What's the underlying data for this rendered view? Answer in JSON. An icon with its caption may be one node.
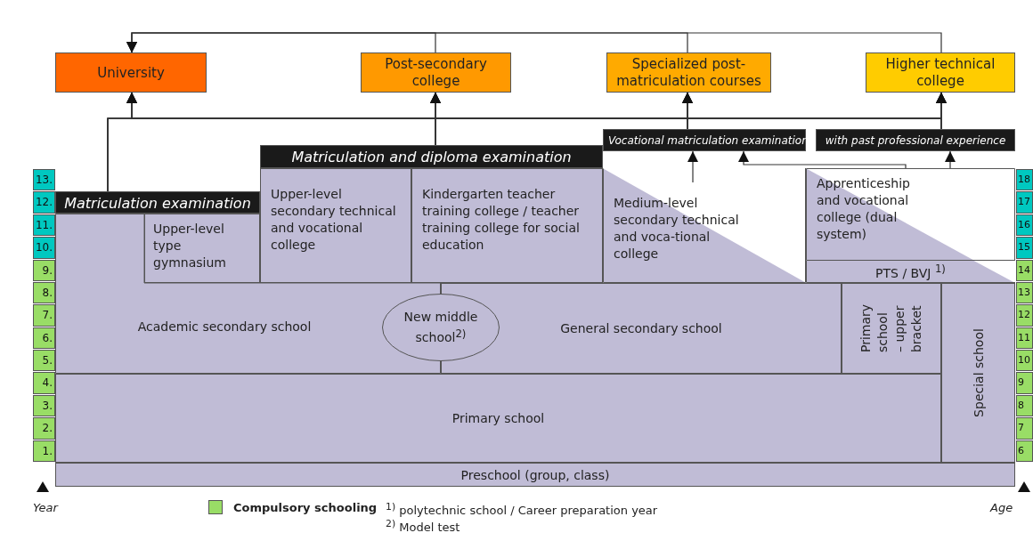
{
  "diagram": {
    "nodes": [
      {
        "text": [
          "University"
        ]
      },
      {
        "text": [
          "Post-secondary college"
        ]
      },
      {
        "text": [
          "Specialized post-matriculation courses"
        ]
      },
      {
        "text": [
          "Higher technical college"
        ]
      },
      {
        "text": [
          "Vocational matriculation examination"
        ]
      },
      {
        "text": [
          "with past professional experience"
        ]
      },
      {
        "text": [
          "Matriculation and diploma examination"
        ]
      },
      {
        "text": [
          "Matriculation examination"
        ]
      },
      {
        "text": [
          "Upper-level secondary technical and vocational college"
        ]
      },
      {
        "text": [
          "Kindergarten teacher training college / teacher training college for social education"
        ]
      },
      {
        "text": [
          "Medium-level secondary technical and voca-tional college"
        ]
      },
      {
        "text": [
          "Apprenticeship and vocational college (dual system)"
        ]
      },
      {
        "text": [
          "Upper-level type gymnasium"
        ]
      },
      {
        "text": [
          "PTS / BVJ $^{1)}$"
        ]
      },
      {
        "text": [
          "Academic secondary school"
        ]
      },
      {
        "text": [
          "New middle school$^{2)}$"
        ]
      },
      {
        "text": [
          "General secondary school"
        ]
      },
      {
        "text": [
          "Primary school – upper bracket"
        ]
      },
      {
        "text": [
          "Special school"
        ]
      },
      {
        "text": [
          "Primary school"
        ]
      },
      {
        "text": [
          "Preschool (group, class)"
        ]
      }
    ],
    "edges": [
      {
        "from": 7,
        "to": 0,
        "arrow": "to"
      },
      {
        "from": 7,
        "to": 1,
        "arrow": "to"
      },
      {
        "from": 7,
        "to": 2,
        "arrow": "to"
      },
      {
        "from": 7,
        "to": 3,
        "arrow": "to"
      },
      {
        "from": 6,
        "to": 0,
        "arrow": "to"
      },
      {
        "from": 6,
        "to": 1,
        "arrow": "to"
      },
      {
        "from": 6,
        "to": 2,
        "arrow": "to"
      },
      {
        "from": 6,
        "to": 3,
        "arrow": "to"
      },
      {
        "from": 4,
        "to": 0,
        "arrow": "to"
      },
      {
        "from": 4,
        "to": 1,
        "arrow": "to"
      },
      {
        "from": 4,
        "to": 2,
        "arrow": "to"
      },
      {
        "from": 4,
        "to": 3,
        "arrow": "to"
      },
      {
        "from": 5,
        "to": 0,
        "arrow": "to"
      },
      {
        "from": 5,
        "to": 1,
        "arrow": "to"
      },
      {
        "from": 5,
        "to": 2,
        "arrow": "to"
      },
      {
        "from": 5,
        "to": 3,
        "arrow": "to"
      },
      {
        "from": 1,
        "to": 0,
        "arrow": "to"
      },
      {
        "from": 2,
        "to": 0,
        "arrow": "to"
      },
      {
        "from": 3,
        "to": 0,
        "arrow": "to"
      },
      {
        "from": 10,
        "to": 4,
        "arrow": "to"
      },
      {
        "from": 11,
        "to": 4,
        "arrow": "to"
      },
      {
        "from": 11,
        "to": 5,
        "arrow": "to"
      }
    ],
    "labels": [
      "13.",
      "12.",
      "11.",
      "10.",
      "9.",
      "8.",
      "7.",
      "6.",
      "5.",
      "4.",
      "3.",
      "2.",
      "1.",
      "18",
      "17",
      "16",
      "15",
      "14",
      "13",
      "12",
      "11",
      "10",
      "9",
      "8",
      "7",
      "6",
      "Year",
      "Age",
      "$^{1)}$ polytechnic school / Career preparation year",
      "$^{2)}$ Model test"
    ],
    "legend": [
      {
        "text": "Compulsory schooling",
        "color": "#99dd66"
      }
    ]
  }
}
